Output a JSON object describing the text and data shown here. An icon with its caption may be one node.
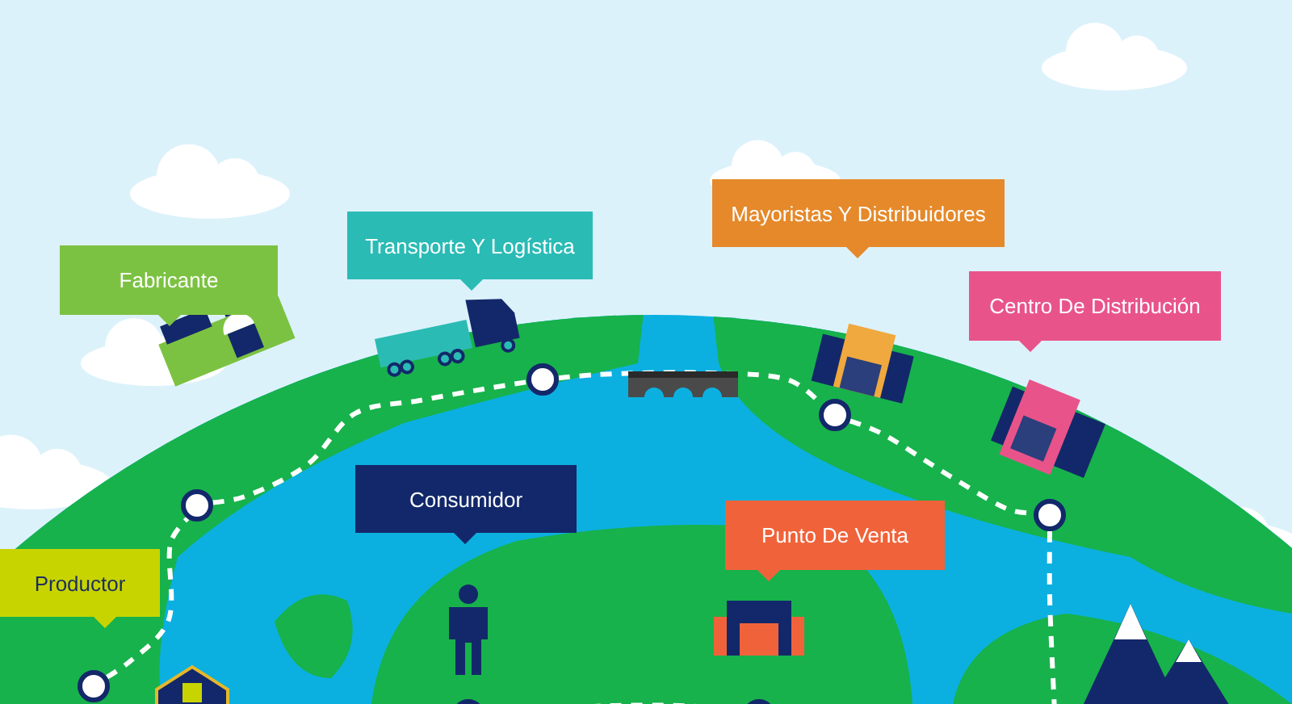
{
  "diagram": {
    "nodes": [
      {
        "text": [
          "Mayoristas Y Distribuidores"
        ]
      },
      {
        "text": [
          "Transporte Y Logística"
        ]
      },
      {
        "text": [
          "Fabricante"
        ]
      },
      {
        "text": [
          "Centro De Distribución"
        ]
      },
      {
        "text": [
          "Consumidor"
        ]
      },
      {
        "text": [
          "Punto De Venta"
        ]
      },
      {
        "text": [
          "Productor"
        ]
      },
      {
        "text": [],
        "shape": "circle"
      },
      {
        "text": [],
        "shape": "circle"
      },
      {
        "text": [],
        "shape": "circle"
      },
      {
        "text": [],
        "shape": "circle"
      },
      {
        "text": [],
        "shape": "circle"
      },
      {
        "text": [],
        "shape": "circle"
      },
      {
        "text": [],
        "shape": "circle"
      }
    ],
    "edges": [
      {
        "from": 7,
        "to": 8,
        "arrow": "none",
        "style": "dashed"
      },
      {
        "from": 8,
        "to": 10,
        "arrow": "none",
        "style": "dashed"
      },
      {
        "from": 10,
        "to": 12,
        "arrow": "none",
        "style": "dashed"
      },
      {
        "from": 12,
        "to": 13,
        "arrow": "none",
        "style": "dashed"
      },
      {
        "from": 13,
        "to": null,
        "arrow": "none",
        "style": "dashed"
      },
      {
        "from": 9,
        "to": 11,
        "arrow": "none",
        "style": "dashed"
      }
    ]
  }
}
